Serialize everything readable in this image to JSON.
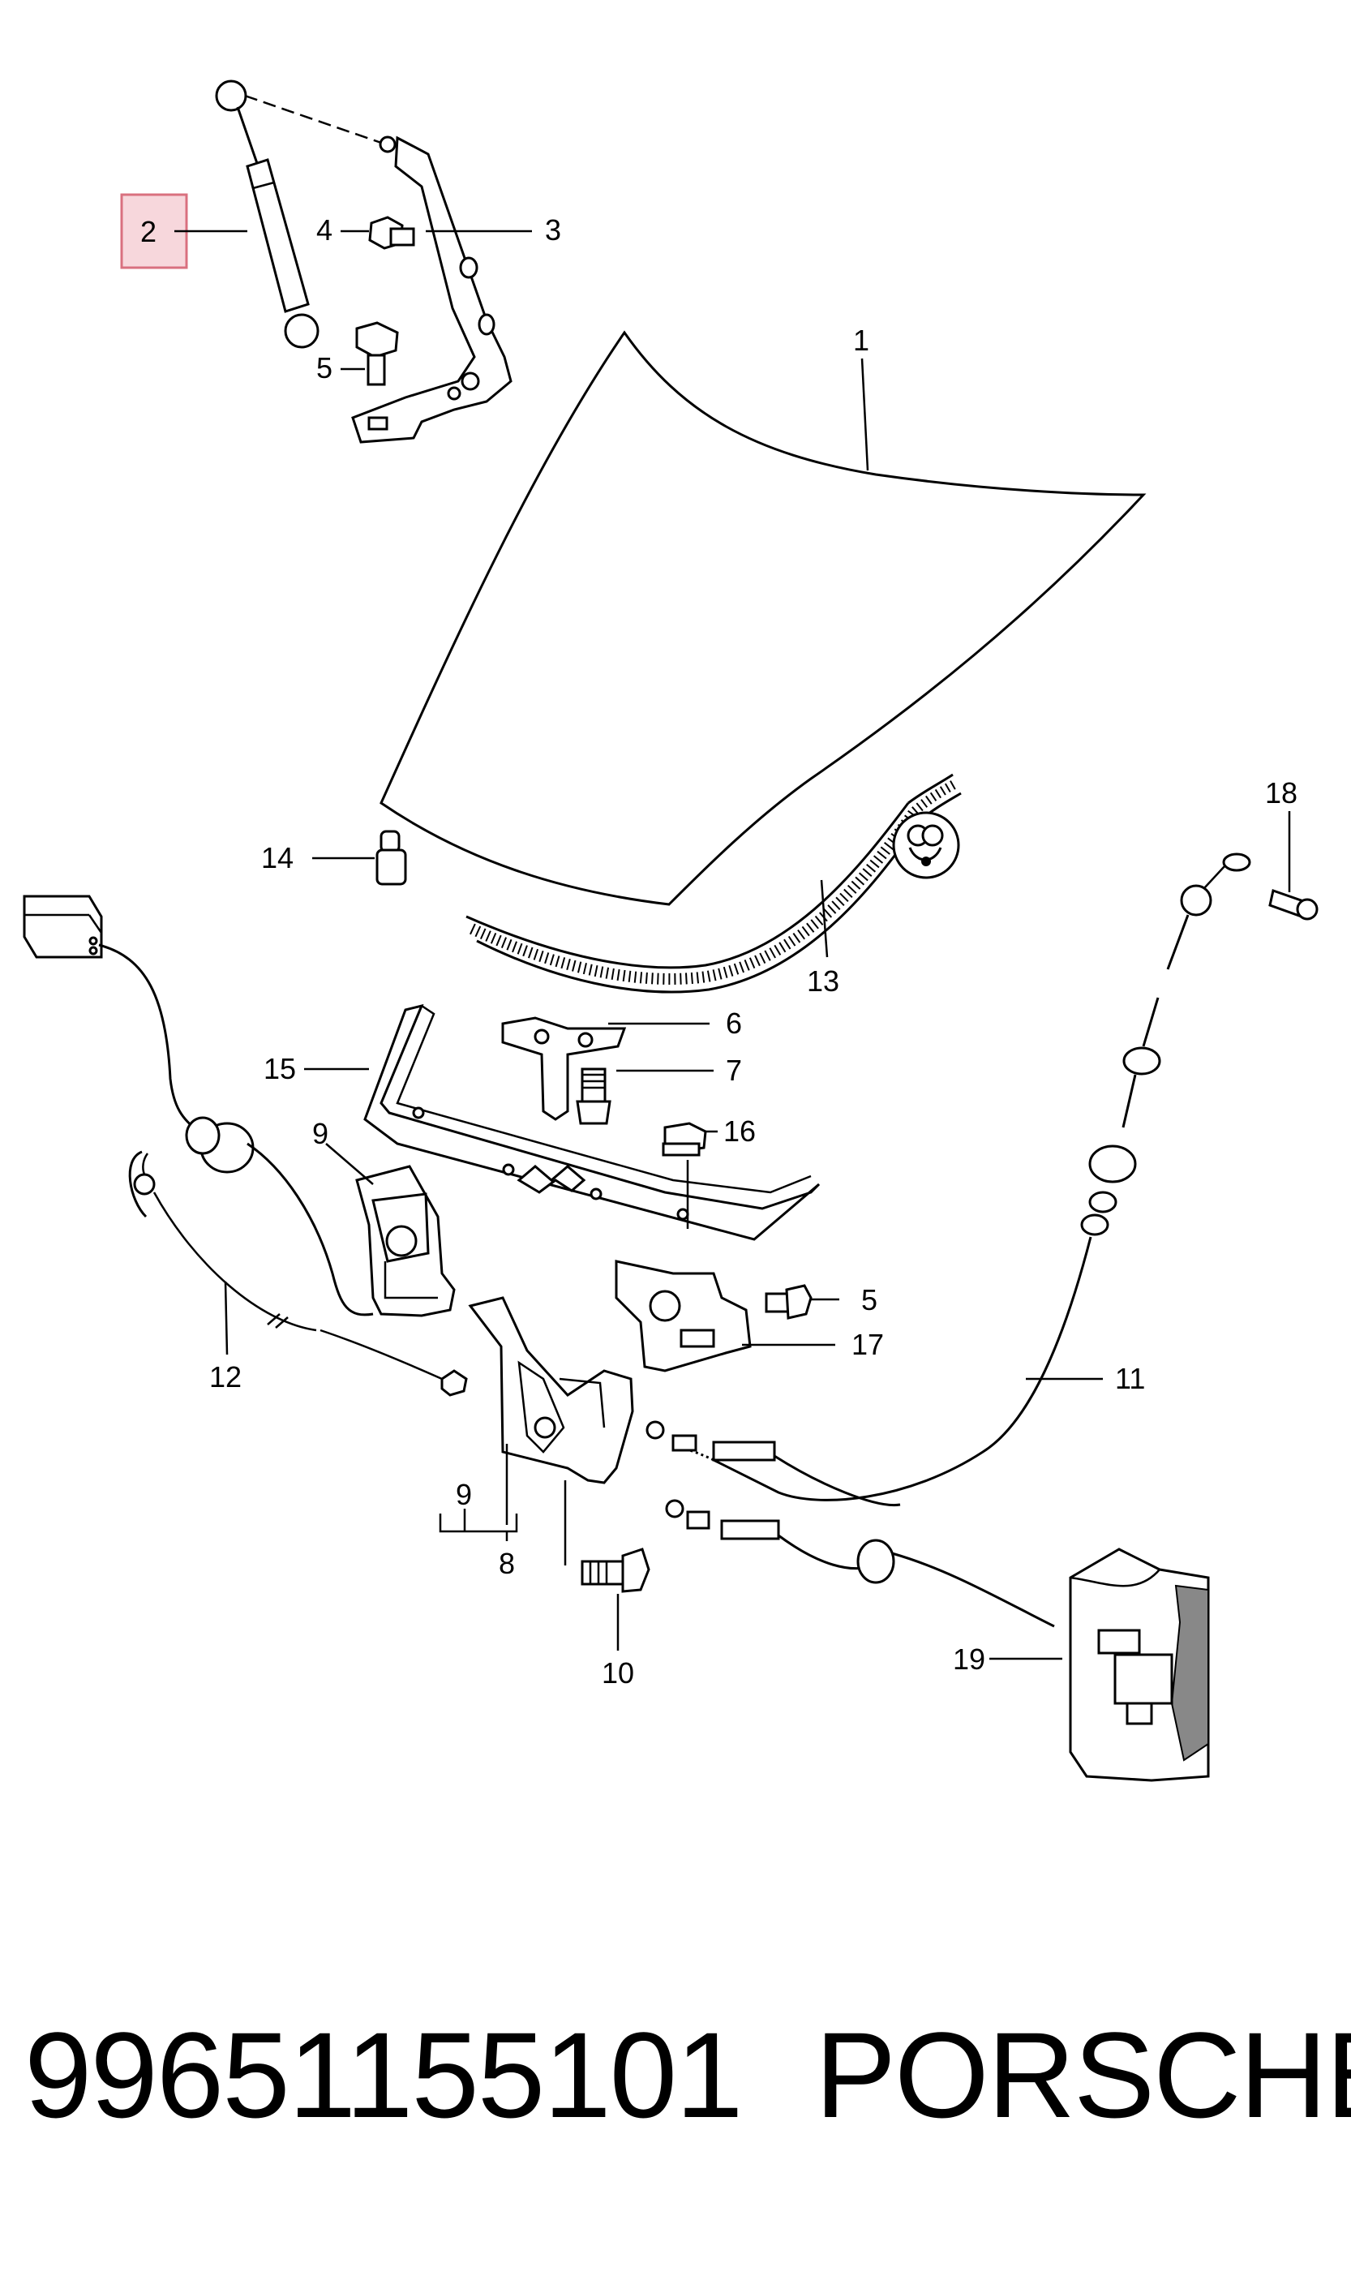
{
  "highlight_color": "#f7d7dc",
  "highlight_border": "#d9707f",
  "callouts": {
    "c1": "1",
    "c2": "2",
    "c3": "3",
    "c4": "4",
    "c5a": "5",
    "c5b": "5",
    "c6": "6",
    "c7": "7",
    "c8": "8",
    "c9a": "9",
    "c9b": "9",
    "c10": "10",
    "c11": "11",
    "c12": "12",
    "c13": "13",
    "c14": "14",
    "c15": "15",
    "c16": "16",
    "c17": "17",
    "c18": "18",
    "c19": "19"
  },
  "highlighted_callout": "2",
  "caption": {
    "part_number": "99651155101",
    "brand": "PORSCHE"
  },
  "icons": {
    "seal_symbol": "sealing-compound-icon"
  }
}
